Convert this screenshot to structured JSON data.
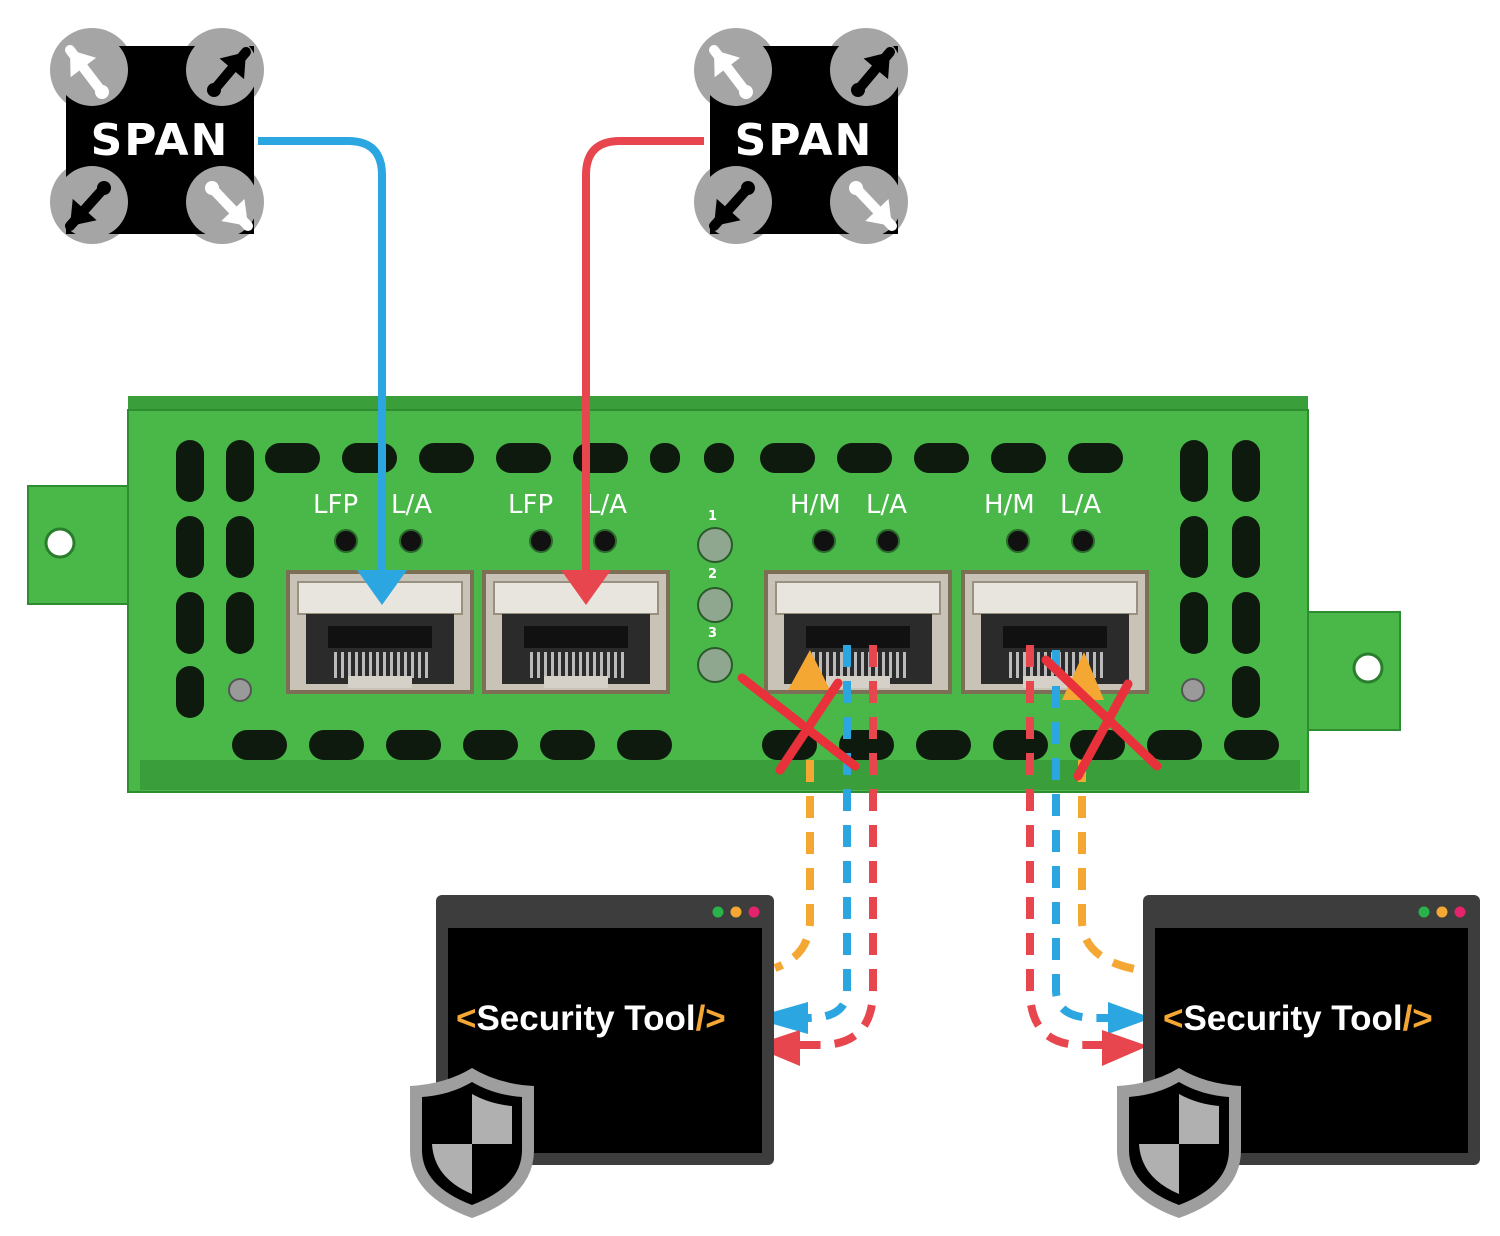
{
  "span_devices": [
    {
      "label": "SPAN"
    },
    {
      "label": "SPAN"
    }
  ],
  "ports": [
    {
      "labels": [
        "LFP",
        "L/A"
      ]
    },
    {
      "labels": [
        "LFP",
        "L/A"
      ]
    },
    {
      "labels": [
        "H/M",
        "L/A"
      ]
    },
    {
      "labels": [
        "H/M",
        "L/A"
      ]
    }
  ],
  "leds": [
    "1",
    "2",
    "3"
  ],
  "tools": [
    {
      "open": "<",
      "name": "Security Tool",
      "close": "/>"
    },
    {
      "open": "<",
      "name": "Security Tool",
      "close": "/>"
    }
  ],
  "colors": {
    "device_green": "#49b848",
    "blue_line": "#2ba6e0",
    "red_line": "#e8464e",
    "orange_line": "#f5a733",
    "x_mark": "#e8313a"
  },
  "icons": [
    "span-icon",
    "shield-icon",
    "window-icon",
    "x-mark-icon"
  ]
}
